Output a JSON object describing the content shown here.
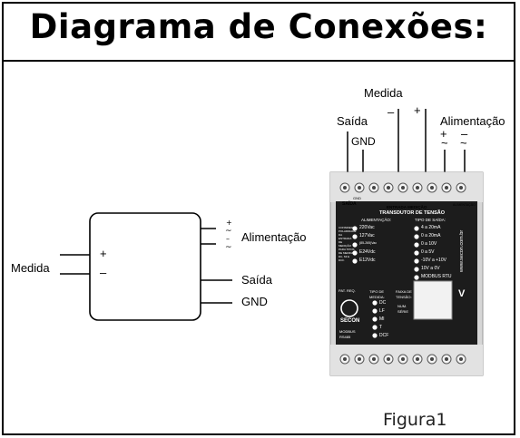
{
  "title": "Diagrama de Conexões:",
  "caption": "Figura1",
  "schematic": {
    "input_label": "Medida",
    "plus": "+",
    "minus": "–",
    "supply_label": "Alimentação",
    "output_label": "Saída",
    "gnd_label": "GND"
  },
  "photo": {
    "measure_label": "Medida",
    "minus": "–",
    "plus": "+",
    "output_label": "Saída",
    "gnd_label": "GND",
    "supply_label": "Alimentação",
    "supply_plus": "+",
    "supply_minus": "–",
    "device": {
      "top_saida": "SAÍDA",
      "top_gnd": "GND",
      "top_entrada": "ENTRADA MEDIÇÃO",
      "top_alim": "ALIMENTAÇÃO",
      "model": "TRANSDUTOR DE TENSÃO",
      "col1_head": "ALIMENTAÇÃO:",
      "col1_items": [
        "220Vac",
        "127Vac",
        "(85-265)Vac",
        "E24Vdc",
        "E12Vdc"
      ],
      "col2_head": "TIPO DE SAÍDA:",
      "col2_items": [
        "4 a 20mA",
        "0 a 20mA",
        "0 a 10V",
        "0 a 5V",
        "-10V a +10V",
        "10V a 0V",
        "MODBUS RTU"
      ],
      "note": "CONSIDERAR POLARIDADE DA ENTRADA DE MEDIÇÃO PARA TIPOS DE MEDIDA DC, MI E DCF.",
      "website": "www.secon.com.br",
      "brand": "SECON",
      "pat": "PAT. REQ.",
      "medida_head": "TIPO DE MEDIDA:",
      "medida_items": [
        "DC",
        "LF",
        "MI",
        "T",
        "DCF"
      ],
      "faixa": "FAIXA DE TENSÃO:",
      "num": "NUM. SÉRIE",
      "v": "V",
      "modbus": "MODBUS RS485"
    }
  },
  "colors": {
    "device_body": "#1c1c1c",
    "device_frame": "#d4d4d4",
    "terminal": "#e6e6e6",
    "caption": "#222222"
  }
}
